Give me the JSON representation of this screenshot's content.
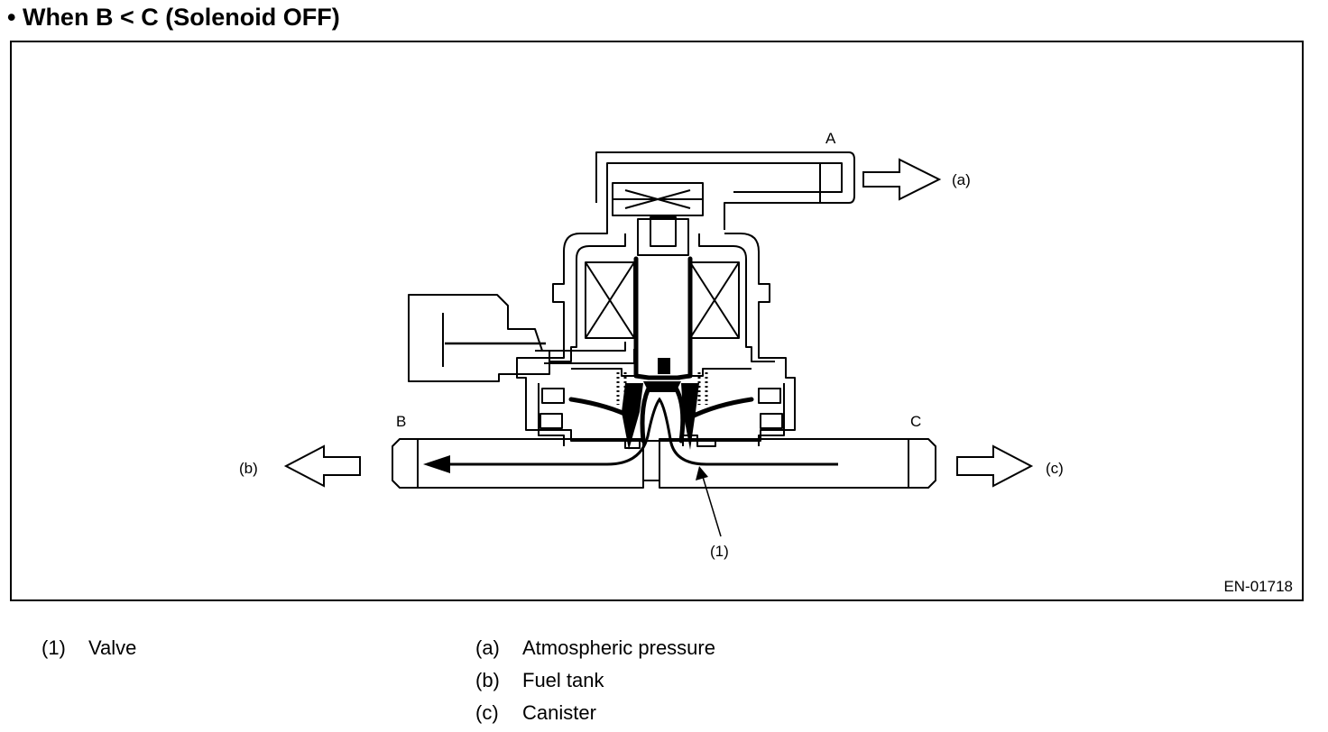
{
  "title": "• When B < C (Solenoid OFF)",
  "figure_code": "EN-01718",
  "port_labels": {
    "a_port": "A",
    "b_port": "B",
    "c_port": "C"
  },
  "flow_labels": {
    "a": "(a)",
    "b": "(b)",
    "c": "(c)"
  },
  "callout": "(1)",
  "legend_left": [
    {
      "key": "(1)",
      "text": "Valve"
    }
  ],
  "legend_right": [
    {
      "key": "(a)",
      "text": "Atmospheric pressure"
    },
    {
      "key": "(b)",
      "text": "Fuel tank"
    },
    {
      "key": "(c)",
      "text": "Canister"
    }
  ]
}
